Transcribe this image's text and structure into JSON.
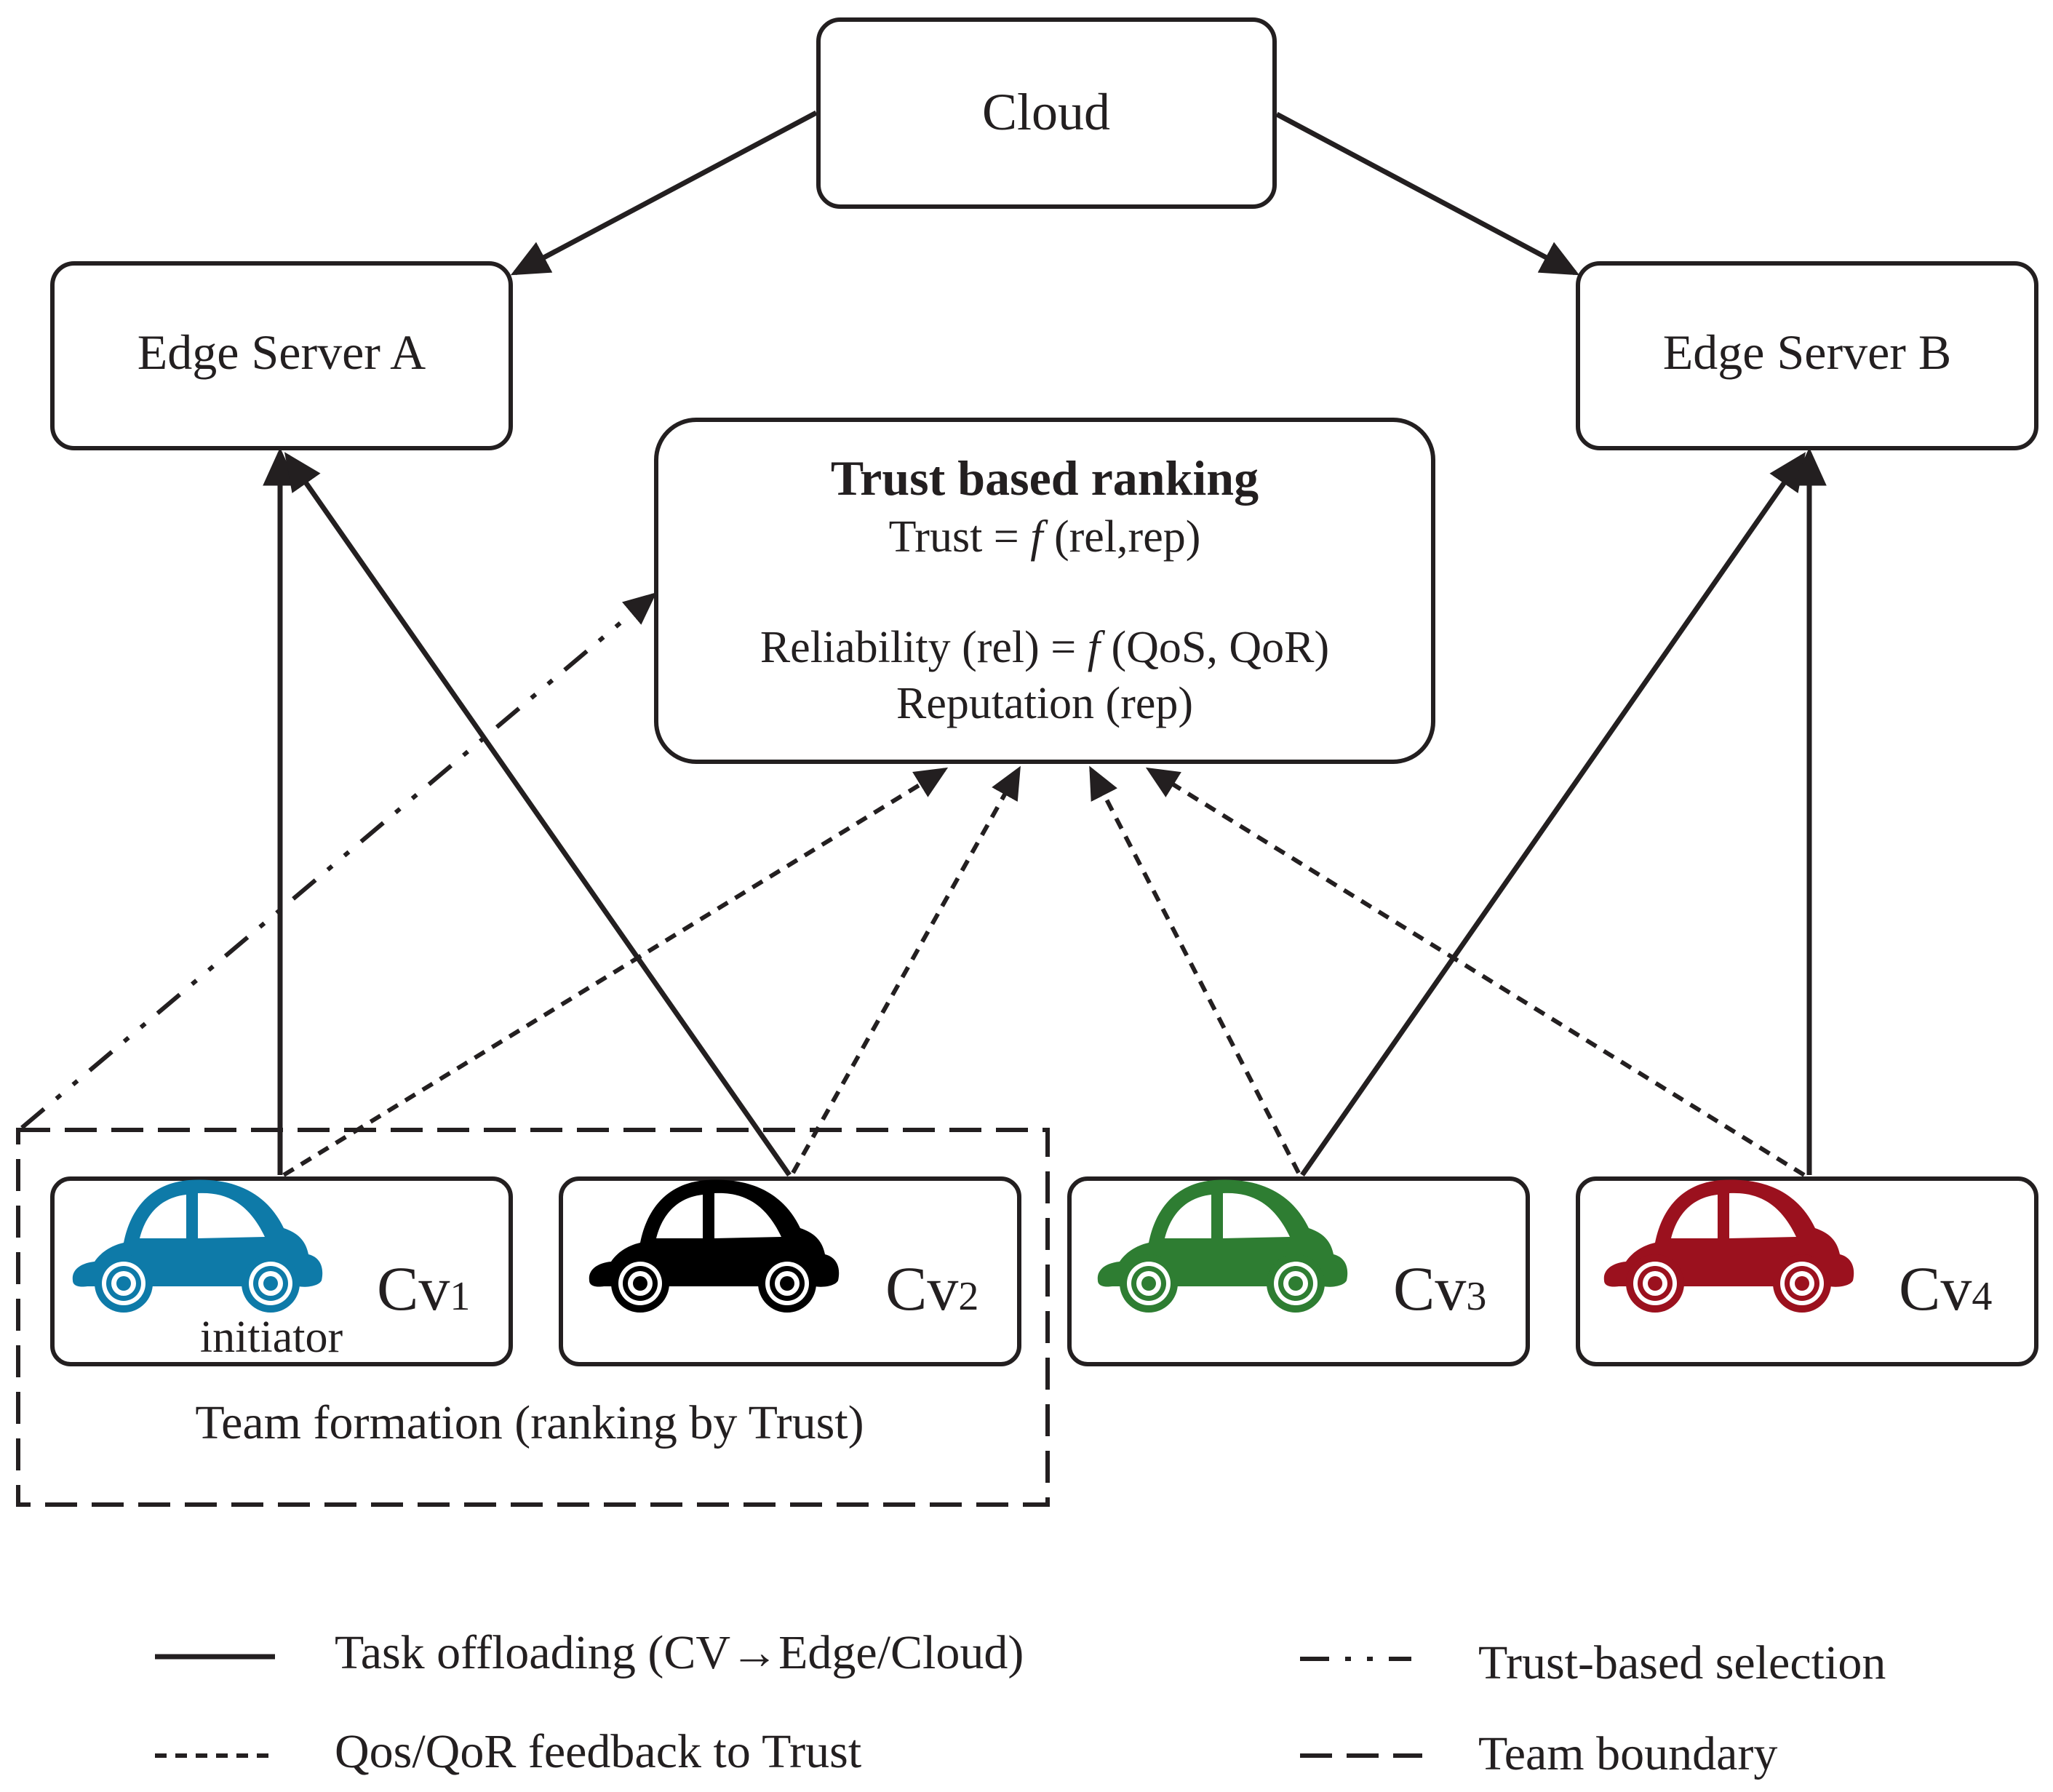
{
  "nodes": {
    "cloud": "Cloud",
    "edge_a": "Edge Server A",
    "edge_b": "Edge Server B",
    "trust": {
      "title": "Trust based ranking",
      "line1_pre": "Trust = ",
      "line1_f": "f",
      "line1_post": " (rel,rep)",
      "line2_pre": "Reliability (rel) = ",
      "line2_f": "f",
      "line2_post": " (QoS, QoR)",
      "line3": "Reputation (rep)"
    },
    "vehicles": [
      {
        "label_main": "Cv",
        "label_sub": "1",
        "color": "#0e7aa8",
        "note": "initiator"
      },
      {
        "label_main": "Cv",
        "label_sub": "2",
        "color": "#000000",
        "note": ""
      },
      {
        "label_main": "Cv",
        "label_sub": "3",
        "color": "#2e7d32",
        "note": ""
      },
      {
        "label_main": "Cv",
        "label_sub": "4",
        "color": "#9b111e",
        "note": ""
      }
    ]
  },
  "team": {
    "label": "Team formation (ranking by Trust)"
  },
  "legend": {
    "task_offloading": "Task offloading (CV",
    "task_offloading_arrow": "→",
    "task_offloading_rest": "Edge/Cloud)",
    "feedback": "Qos/QoR feedback to Trust",
    "selection": "Trust-based selection",
    "boundary": "Team boundary"
  },
  "colors": {
    "ink": "#231f20",
    "cv1": "#0e7aa8",
    "cv2": "#000000",
    "cv3": "#2e7d32",
    "cv4": "#9b111e"
  },
  "icons": [
    "car-icon"
  ]
}
